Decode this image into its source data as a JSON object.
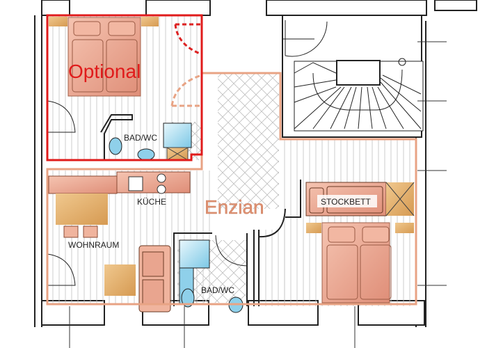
{
  "plan": {
    "apartment_name": "Enzian",
    "optional_label": "Optional",
    "rooms": [
      {
        "id": "bad-wc-optional",
        "label": "BAD/WC"
      },
      {
        "id": "kueche",
        "label": "KÜCHE"
      },
      {
        "id": "wohnraum",
        "label": "WOHNRAUM"
      },
      {
        "id": "bad-wc-main",
        "label": "BAD/WC"
      },
      {
        "id": "stockbett",
        "label": "STOCKBETT"
      }
    ],
    "colors": {
      "optional_outline": "#e01b1b",
      "apartment_outline": "#e8a384",
      "furniture": "#e9a58f",
      "wood": "#d9a060",
      "water": "#8fd0ea",
      "wall": "#222222",
      "floor_lines": "#b8b8b8"
    }
  }
}
